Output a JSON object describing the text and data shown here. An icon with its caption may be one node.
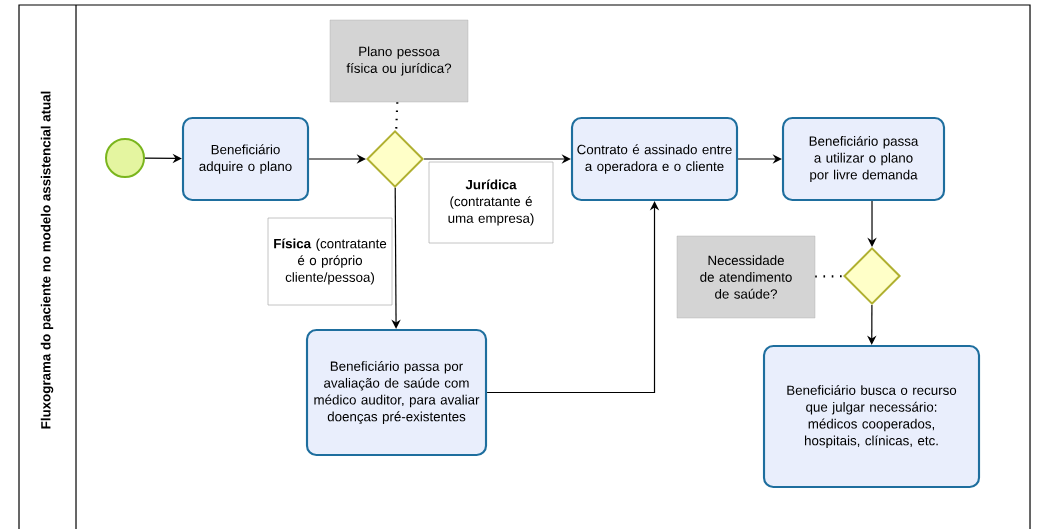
{
  "diagram": {
    "nodes": [
      {
        "text": [
          "Fluxograma do paciente no modelo assistencial atual"
        ]
      },
      {
        "text": [],
        "shape": "circle",
        "in": 0
      },
      {
        "text": [
          "Beneficiário adquire o plano"
        ],
        "in": 0
      },
      {
        "text": [
          "Plano pessoa física ou jurídica?"
        ],
        "in": 0
      },
      {
        "text": [],
        "shape": "diamond",
        "in": 0
      },
      {
        "text": [
          "Contrato é assinado entre a operadora e o cliente"
        ],
        "in": 0
      },
      {
        "text": [
          "Beneficiário passa a utilizar o plano por livre demanda"
        ],
        "in": 0
      },
      {
        "text": [
          "Necessidade de atendimento de saúde?"
        ],
        "in": 0
      },
      {
        "text": [],
        "shape": "diamond",
        "in": 0
      },
      {
        "text": [
          "Beneficiário passa por avaliação de saúde com médico auditor, para avaliar doenças pré-existentes"
        ],
        "in": 0
      },
      {
        "text": [
          "Beneficiário busca o recurso que julgar necessário: médicos cooperados, hospitais, clínicas, etc."
        ],
        "in": 0
      }
    ],
    "edges": [
      {
        "from": 1,
        "to": 2,
        "arrow": "to"
      },
      {
        "from": 2,
        "to": 4,
        "arrow": "to"
      },
      {
        "from": 3,
        "to": 4,
        "arrow": "none",
        "style": "dashed"
      },
      {
        "from": 4,
        "to": 5,
        "arrow": "to",
        "label": "**Jurídica** (contratante é uma empresa)"
      },
      {
        "from": 4,
        "to": 9,
        "arrow": "to",
        "label": "**Física** (contratante é o próprio cliente/pessoa)"
      },
      {
        "from": 9,
        "to": 5,
        "arrow": "to"
      },
      {
        "from": 5,
        "to": 6,
        "arrow": "to"
      },
      {
        "from": 6,
        "to": 8,
        "arrow": "to"
      },
      {
        "from": 7,
        "to": 8,
        "arrow": "none",
        "style": "dashed"
      },
      {
        "from": 8,
        "to": 10,
        "arrow": "to"
      }
    ]
  }
}
